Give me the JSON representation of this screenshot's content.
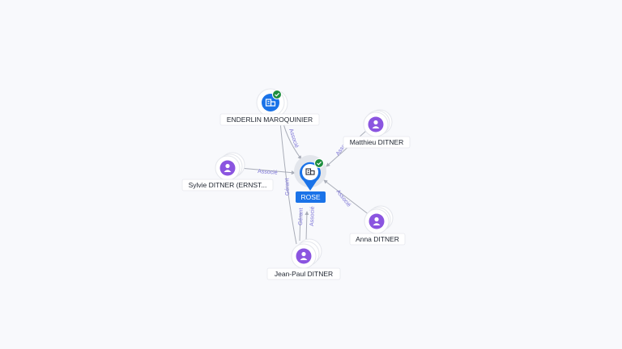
{
  "nodes": {
    "center": {
      "label": "ROSE",
      "icon": "company-building-icon",
      "verified": true
    },
    "enderlin": {
      "label": "ENDERLIN MAROQUINIER",
      "icon": "company-building-icon",
      "verified": true
    },
    "matthieu": {
      "label": "Matthieu DITNER",
      "icon": "person-icon"
    },
    "sylvie": {
      "label": "Sylvie DITNER (ERNST...",
      "icon": "person-icon"
    },
    "anna": {
      "label": "Anna DITNER",
      "icon": "person-icon"
    },
    "jeanpaul": {
      "label": "Jean-Paul DITNER",
      "icon": "person-icon"
    }
  },
  "edges": {
    "enderlin": "Associé",
    "matthieu": "Associé",
    "sylvie": "Associé",
    "anna": "Associé",
    "jeanpaul_gerant": "Gérant",
    "jeanpaul_associe": "Associé",
    "jeanpaul_enderlin": "Gérant"
  },
  "colors": {
    "primary_blue": "#1a73e8",
    "verified_green": "#1e8e3e",
    "person_purple": "#8b55e0",
    "edge_label": "#7b73d6",
    "edge": "#a9adb8"
  }
}
